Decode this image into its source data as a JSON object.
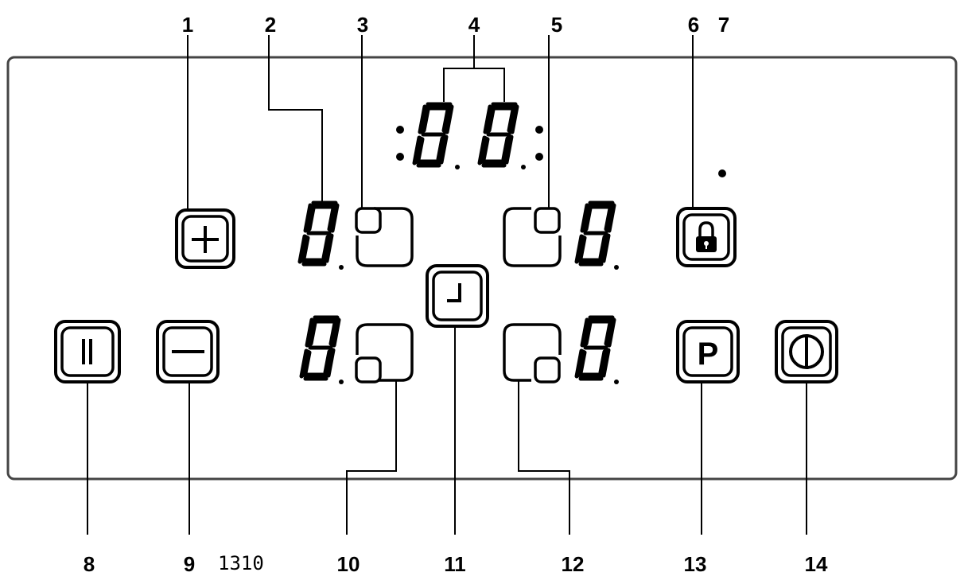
{
  "callouts": [
    "1",
    "2",
    "3",
    "4",
    "5",
    "6",
    "7",
    "8",
    "9",
    "10",
    "11",
    "12",
    "13",
    "14"
  ],
  "figure_code": "1310",
  "display": {
    "timer": "88",
    "zone_front_left": "8",
    "zone_rear_left": "8",
    "zone_rear_right": "8",
    "zone_front_right": "8"
  },
  "icons": {
    "plus": "plus-icon",
    "minus": "minus-icon",
    "pause": "pause-icon",
    "timer": "timer-icon",
    "lock": "lock-icon",
    "program": "program-icon",
    "power": "power-icon"
  },
  "program_label": "P",
  "colors": {
    "ink": "#000000",
    "panel_outline": "#444444",
    "background": "#ffffff"
  }
}
